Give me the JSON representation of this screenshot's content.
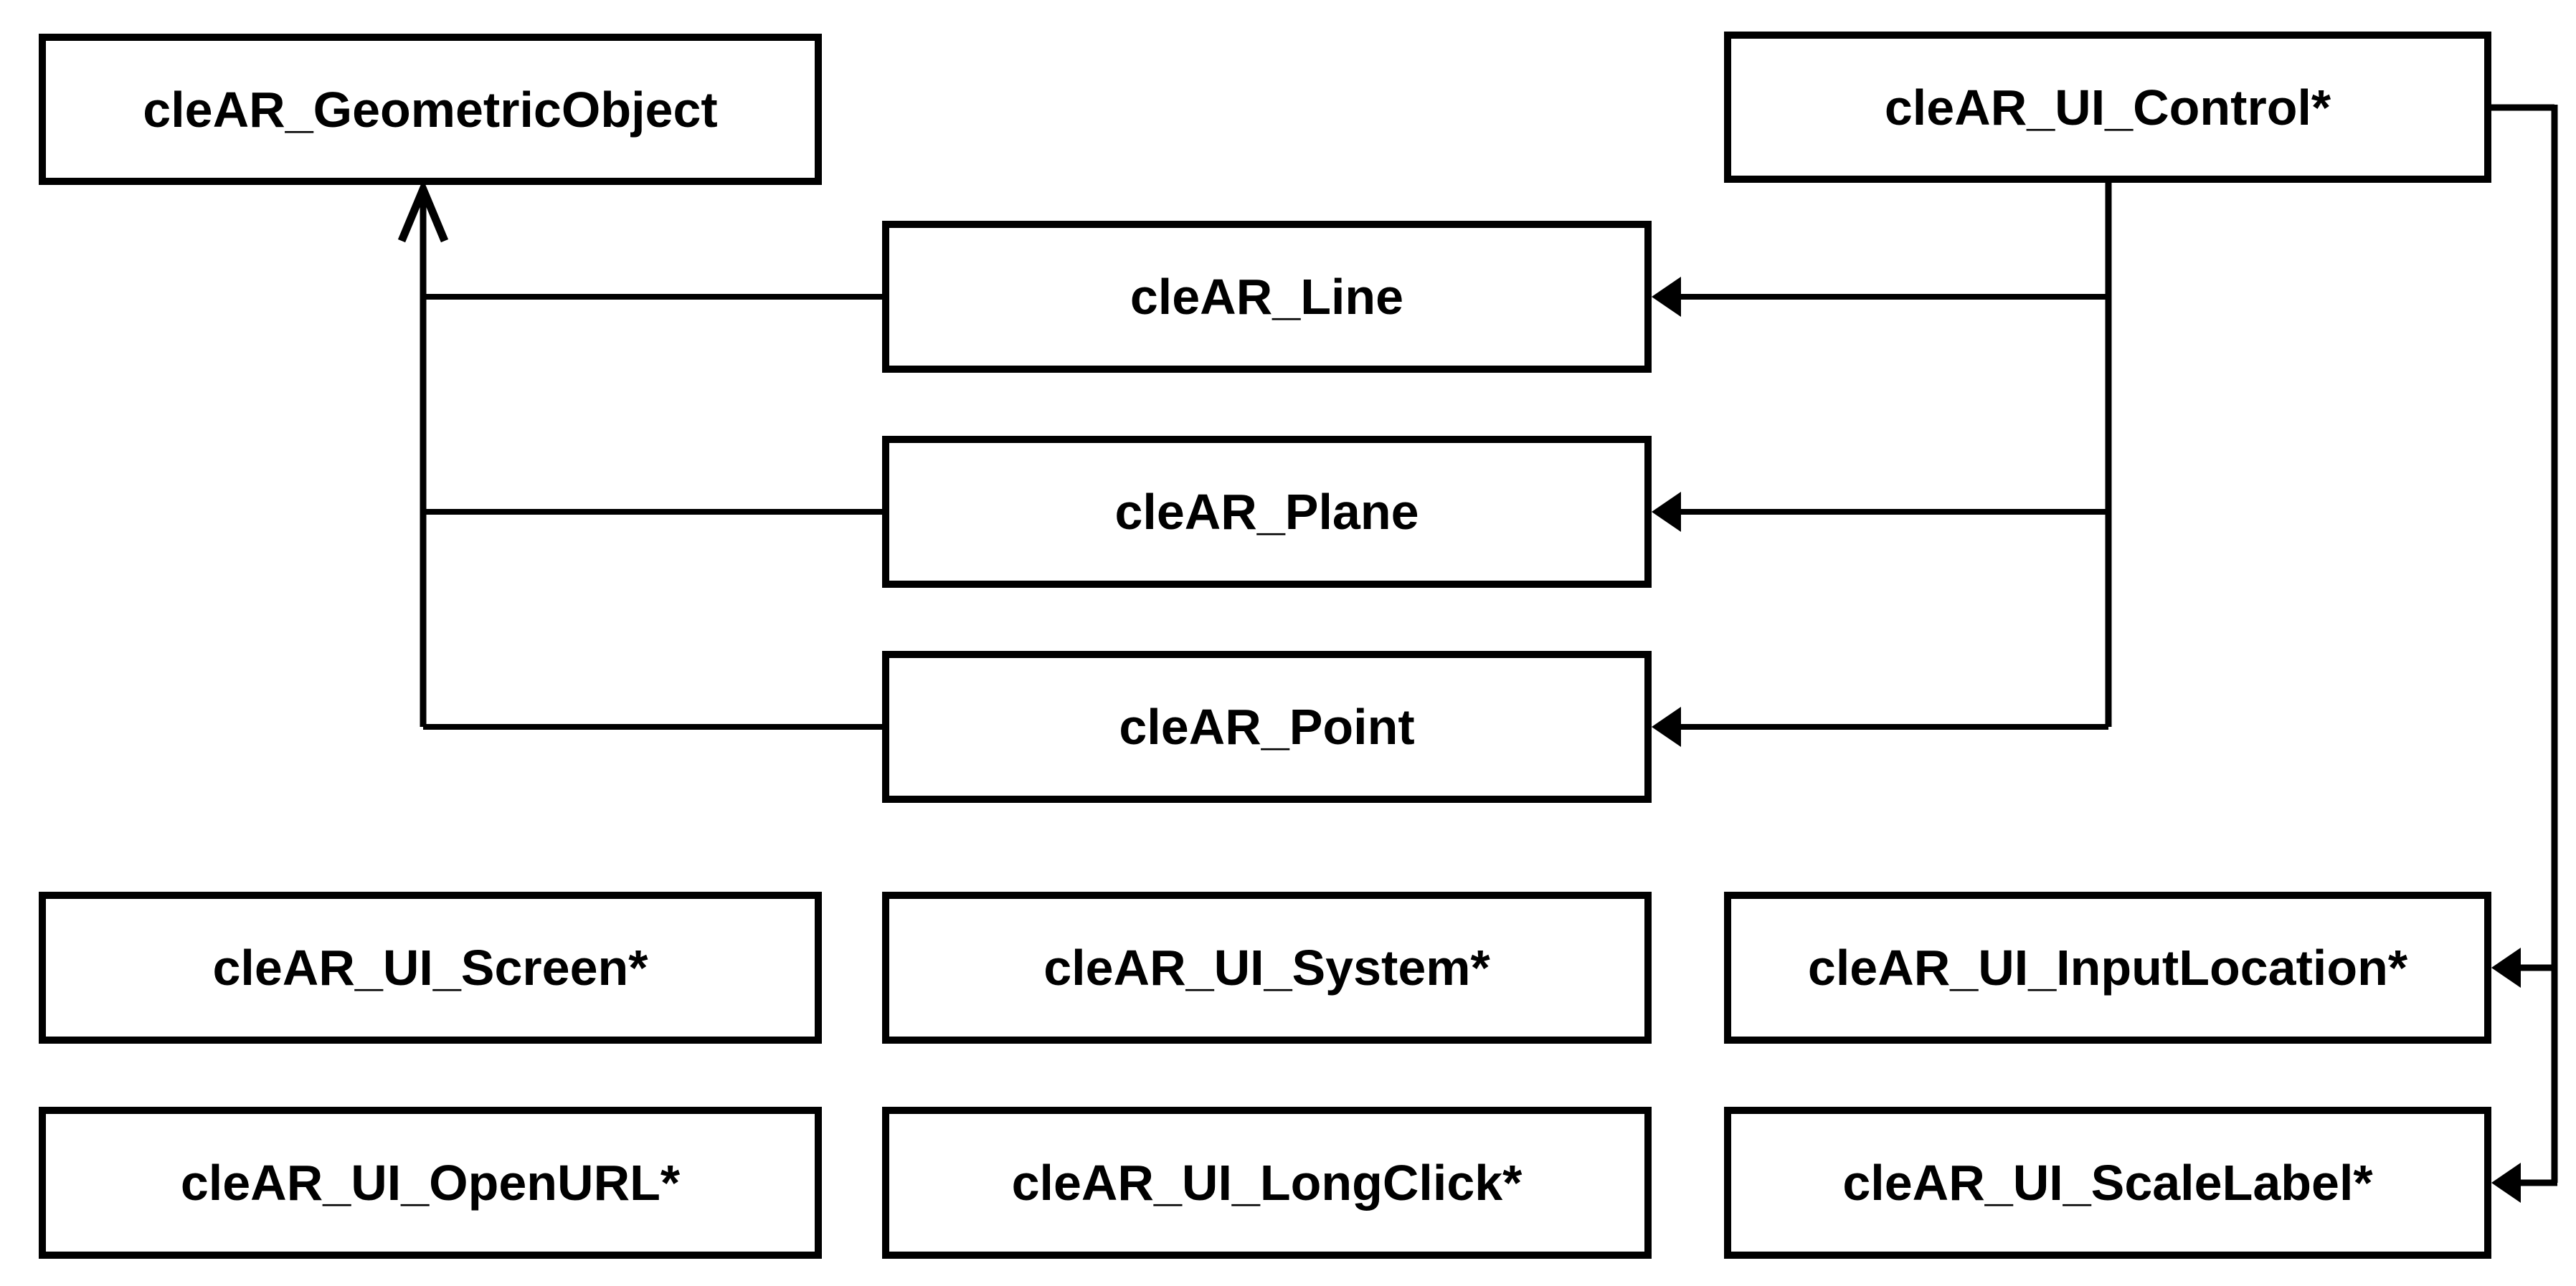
{
  "diagram": {
    "kind": "class-inheritance-diagram",
    "colors": {
      "background": "#ffffff",
      "line": "#000000",
      "box_fill": "#ffffff",
      "text": "#000000"
    },
    "nodes": {
      "geometric_object": {
        "label": "cleAR_GeometricObject"
      },
      "ui_control": {
        "label": "cleAR_UI_Control*"
      },
      "line": {
        "label": "cleAR_Line"
      },
      "plane": {
        "label": "cleAR_Plane"
      },
      "point": {
        "label": "cleAR_Point"
      },
      "ui_screen": {
        "label": "cleAR_UI_Screen*"
      },
      "ui_system": {
        "label": "cleAR_UI_System*"
      },
      "ui_input_location": {
        "label": "cleAR_UI_InputLocation*"
      },
      "ui_open_url": {
        "label": "cleAR_UI_OpenURL*"
      },
      "ui_long_click": {
        "label": "cleAR_UI_LongClick*"
      },
      "ui_scale_label": {
        "label": "cleAR_UI_ScaleLabel*"
      }
    },
    "edges": [
      {
        "from": "cleAR_Line",
        "to": "cleAR_GeometricObject",
        "arrow": "open",
        "at_target": "bottom"
      },
      {
        "from": "cleAR_Plane",
        "to": "cleAR_GeometricObject",
        "arrow": "open",
        "at_target": "bottom"
      },
      {
        "from": "cleAR_Point",
        "to": "cleAR_GeometricObject",
        "arrow": "open",
        "at_target": "bottom"
      },
      {
        "from": "cleAR_UI_Control*",
        "to": "cleAR_Line",
        "arrow": "filled",
        "at_target": "right"
      },
      {
        "from": "cleAR_UI_Control*",
        "to": "cleAR_Plane",
        "arrow": "filled",
        "at_target": "right"
      },
      {
        "from": "cleAR_UI_Control*",
        "to": "cleAR_Point",
        "arrow": "filled",
        "at_target": "right"
      },
      {
        "from": "cleAR_UI_Control*",
        "to": "cleAR_UI_InputLocation*",
        "arrow": "filled",
        "at_target": "right"
      },
      {
        "from": "cleAR_UI_Control*",
        "to": "cleAR_UI_ScaleLabel*",
        "arrow": "filled",
        "at_target": "right"
      }
    ]
  }
}
